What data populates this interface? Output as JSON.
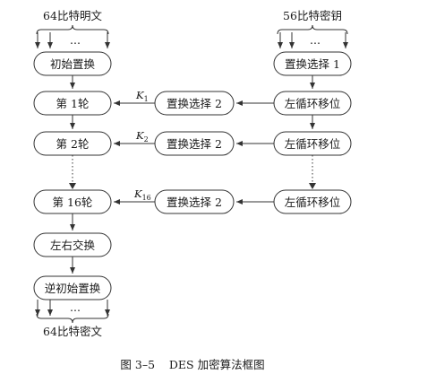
{
  "left_column": {
    "input_label": "64比特明文",
    "input_ellipsis": "...",
    "initial_permutation": "初始置换",
    "round_1": "第 1轮",
    "round_2": "第 2轮",
    "round_16": "第 16轮",
    "swap": "左右交换",
    "inverse_permutation": "逆初始置换",
    "output_ellipsis": "...",
    "output_label": "64比特密文"
  },
  "right_column": {
    "key_label": "56比特密钥",
    "key_ellipsis": "...",
    "permuted_choice_1": "置换选择 1",
    "left_shift_1": "左循环移位",
    "left_shift_2": "左循环移位",
    "left_shift_16": "左循环移位"
  },
  "middle_column": {
    "permuted_choice_2_a": "置换选择 2",
    "permuted_choice_2_b": "置换选择 2",
    "permuted_choice_2_c": "置换选择 2"
  },
  "subkeys": [
    {
      "base": "K",
      "sub": "1"
    },
    {
      "base": "K",
      "sub": "2"
    },
    {
      "base": "K",
      "sub": "16"
    }
  ],
  "caption": "图 3–5    DES 加密算法框图"
}
